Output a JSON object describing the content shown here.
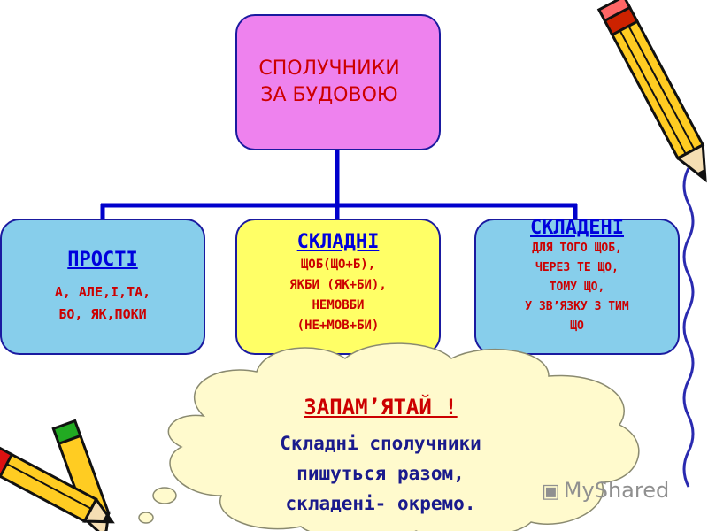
{
  "root": {
    "line1": "СПОЛУЧНИКИ",
    "line2": "ЗА БУДОВОЮ"
  },
  "branches": [
    {
      "title": "ПРОСТІ",
      "text": "А, АЛЕ,І,ТА,\nБО, ЯК,ПОКИ"
    },
    {
      "title": "СКЛАДНІ",
      "text": "ЩОБ(ЩО+Б),\nЯКБИ (ЯК+БИ),\nНЕМОВБИ\n(НЕ+МОВ+БИ)"
    },
    {
      "title": "СКЛАДЕНІ",
      "text": "ДЛЯ ТОГО ЩОБ,\nЧЕРЕЗ ТЕ ЩО,\nТОМУ ЩО,\nУ ЗВ’ЯЗКУ З ТИМ\nЩО"
    }
  ],
  "note": {
    "heading": "ЗАПАМ’ЯТАЙ !",
    "body": "Складні  сполучники\nпишуться разом,\nскладені- окремо."
  },
  "watermark": {
    "text": "MyShared",
    "icon": "presentation-icon"
  },
  "colors": {
    "root_fill": "#ee82ee",
    "simple_fill": "#87ceeb",
    "complex_fill": "#ffff66",
    "connector": "#0000cc",
    "cloud": "#fffacd",
    "heading_text": "#0000dd",
    "body_text": "#cc0000"
  }
}
